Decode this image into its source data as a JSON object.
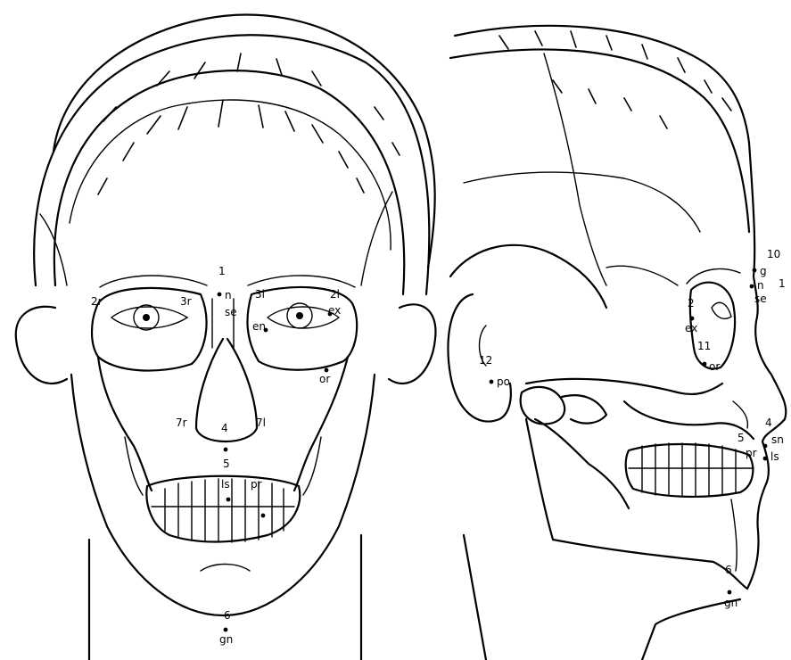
{
  "frontal_view": {
    "labels": [
      {
        "id": "f-1",
        "text": "1"
      },
      {
        "id": "f-2r",
        "text": "2r"
      },
      {
        "id": "f-3r",
        "text": "3r"
      },
      {
        "id": "f-n",
        "text": "n"
      },
      {
        "id": "f-3l",
        "text": "3l"
      },
      {
        "id": "f-2l",
        "text": "2l"
      },
      {
        "id": "f-se",
        "text": "se"
      },
      {
        "id": "f-en",
        "text": "en"
      },
      {
        "id": "f-ex",
        "text": "ex"
      },
      {
        "id": "f-or",
        "text": "or"
      },
      {
        "id": "f-7r",
        "text": "7r"
      },
      {
        "id": "f-4",
        "text": "4"
      },
      {
        "id": "f-7l",
        "text": "7l"
      },
      {
        "id": "f-5",
        "text": "5"
      },
      {
        "id": "f-ls",
        "text": "ls"
      },
      {
        "id": "f-pr",
        "text": "pr"
      },
      {
        "id": "f-6",
        "text": "6"
      },
      {
        "id": "f-gn",
        "text": "gn"
      }
    ]
  },
  "lateral_view": {
    "labels": [
      {
        "id": "l-10",
        "text": "10"
      },
      {
        "id": "l-g",
        "text": "g"
      },
      {
        "id": "l-n",
        "text": "n"
      },
      {
        "id": "l-1",
        "text": "1"
      },
      {
        "id": "l-se",
        "text": "se"
      },
      {
        "id": "l-2",
        "text": "2"
      },
      {
        "id": "l-ex",
        "text": "ex"
      },
      {
        "id": "l-11",
        "text": "11"
      },
      {
        "id": "l-or",
        "text": "or"
      },
      {
        "id": "l-12",
        "text": "12"
      },
      {
        "id": "l-po",
        "text": "po"
      },
      {
        "id": "l-4",
        "text": "4"
      },
      {
        "id": "l-5",
        "text": "5"
      },
      {
        "id": "l-sn",
        "text": "sn"
      },
      {
        "id": "l-pr",
        "text": "pr"
      },
      {
        "id": "l-ls",
        "text": "ls"
      },
      {
        "id": "l-6",
        "text": "6"
      },
      {
        "id": "l-gn",
        "text": "gn"
      }
    ]
  }
}
